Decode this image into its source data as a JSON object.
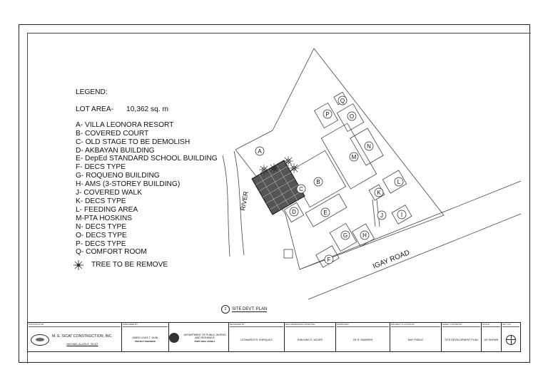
{
  "legend": {
    "title": "LEGEND:",
    "lot_area_label": "LOT AREA-",
    "lot_area_value": "10,362 sq. m",
    "items": [
      "A- VILLA LEONORA RESORT",
      "B- COVERED COURT",
      "C- OLD STAGE TO BE DEMOLISH",
      "D- AKBAYAN BUILDING",
      "E- DepEd STANDARD SCHOOL BUILDING",
      "F- DECS TYPE",
      "G- ROQUENO BUILDING",
      "H- AMS (3-STOREY BUILDING)",
      "J- COVERED WALK",
      "K- DECS TYPE",
      "L- FEEDING AREA",
      "M-PTA HOSKINS",
      "N- DECS TYPE",
      "O- DECS TYPE",
      "P- DECS TYPE",
      "Q- COMFORT ROOM"
    ],
    "tree_label": "TREE TO BE REMOVE",
    "tree_icon": "tree-symbol-icon"
  },
  "plan": {
    "river_label": "RIVER",
    "road_label": "IGAY ROAD",
    "markers": [
      "A",
      "B",
      "C",
      "D",
      "E",
      "F",
      "G",
      "H",
      "J",
      "K",
      "L",
      "M",
      "N",
      "O",
      "P",
      "Q",
      "I"
    ]
  },
  "caption": {
    "number": "2",
    "title": "SITE DEVT. PLAN"
  },
  "titleblock": {
    "contractor_hdr": "CONTRACTOR",
    "contractor_name": "M. E. SICAT CONSTRUCTION, INC.",
    "contractor_person": "MICHAEL ALLEN E. SICAT",
    "prepared_hdr": "PREPARED BY",
    "prepared_name": "MARK LOUIS T. DUNI",
    "prepared_sub": "PROJECT ENGINEER",
    "dept_text": "DEPARTMENT OF PUBLIC WORKS AND HIGHWAYS",
    "dept_sub": "PORT AREA, MANILA",
    "reviewed_hdr": "REVIEWED BY",
    "reviewed_name": "LEONARDO R. ENRIQUEZ",
    "recommend_hdr": "RECOMMENDING APPROVAL",
    "recommend_name": "EMILIANO E. MOJER",
    "approved_hdr": "APPROVED",
    "approved_name": "DE R. RAMIREN",
    "project_hdr": "PROJECT & LOCATION",
    "project_name": "MAY PUBLIC",
    "sheet_contents_hdr": "SHEET CONTENTS",
    "sheet_contents": "SITE DEVELOPMENT PLAN",
    "scale_hdr": "SCALE",
    "scale": "AS SHOWN",
    "sheet_no_hdr": "SHT. NO"
  }
}
